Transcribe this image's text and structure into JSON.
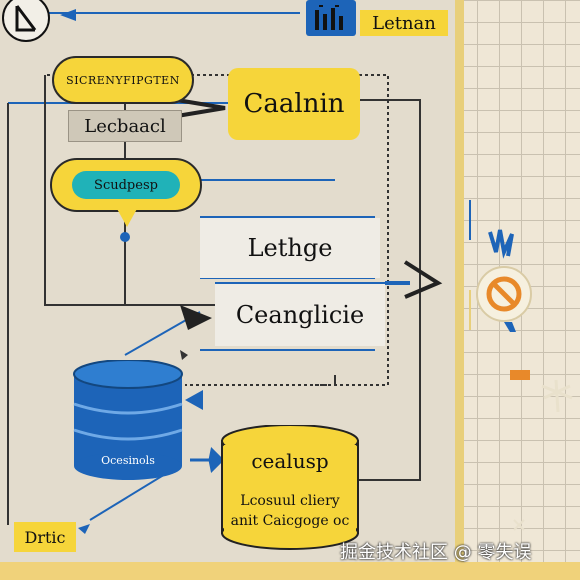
{
  "header": {
    "top_label": "Letnan",
    "top_icon": "bar-chart-icon",
    "logo_icon": "compass-icon"
  },
  "nodes": {
    "top_pill": "SICRENYFIPGTEN",
    "gray_label": "Lecbaacl",
    "calnin_box": "Caalnin",
    "teal_pill": "Scudpesp",
    "lethge_box": "Lethge",
    "ceanglicie_box": "Ceanglicie",
    "blue_db": "Ocesinols",
    "yellow_db_title": "cealusp",
    "yellow_db_line1": "Lcosuul cliery",
    "yellow_db_line2": "anit Caicgoge oc",
    "corner_label": "Drtic"
  },
  "watermark": "掘金技术社区 @ 零失误",
  "colors": {
    "accent_yellow": "#f6d53a",
    "accent_blue": "#1d64b8",
    "accent_teal": "#20b2b8",
    "background": "#e3dccd",
    "prohibit_orange": "#e8892a"
  },
  "icons": [
    "compass-icon",
    "bar-chart-icon",
    "prohibited-icon",
    "spark-icon",
    "database-icon"
  ]
}
